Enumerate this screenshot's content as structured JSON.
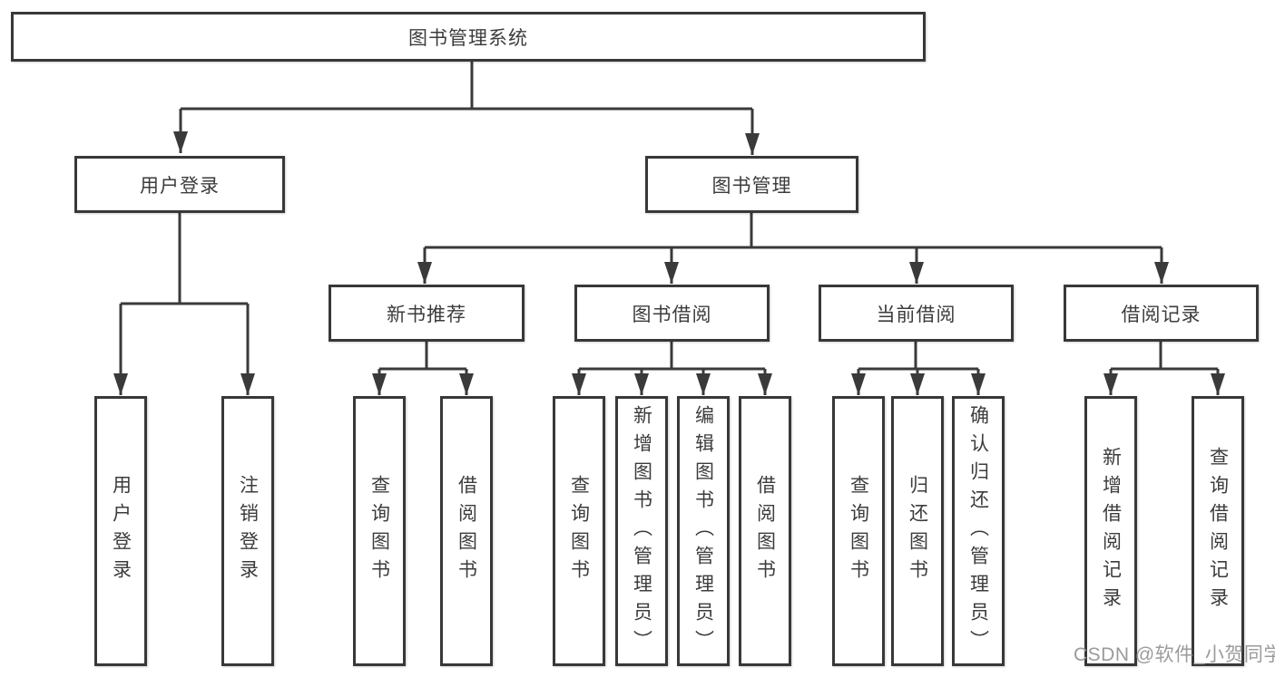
{
  "diagram_type": "hierarchy-tree",
  "colors": {
    "background": "#ffffff",
    "line": "#3a3a3a",
    "box_border": "#383838",
    "box_fill": "#ffffff",
    "text": "#3c3c3c",
    "watermark": "#9b9b9b"
  },
  "tree": {
    "label": "图书管理系统",
    "children": [
      {
        "label": "用户登录",
        "children": [
          {
            "label": "用户登录"
          },
          {
            "label": "注销登录"
          }
        ]
      },
      {
        "label": "图书管理",
        "children": [
          {
            "label": "新书推荐",
            "children": [
              {
                "label": "查询图书"
              },
              {
                "label": "借阅图书"
              }
            ]
          },
          {
            "label": "图书借阅",
            "children": [
              {
                "label": "查询图书"
              },
              {
                "label": "新增图书（管理员）"
              },
              {
                "label": "编辑图书（管理员）"
              },
              {
                "label": "借阅图书"
              }
            ]
          },
          {
            "label": "当前借阅",
            "children": [
              {
                "label": "查询图书"
              },
              {
                "label": "归还图书"
              },
              {
                "label": "确认归还（管理员）"
              }
            ]
          },
          {
            "label": "借阅记录",
            "children": [
              {
                "label": "新增借阅记录"
              },
              {
                "label": "查询借阅记录"
              }
            ]
          }
        ]
      }
    ]
  },
  "watermark": {
    "text": "CSDN @软件_小贺同学"
  }
}
